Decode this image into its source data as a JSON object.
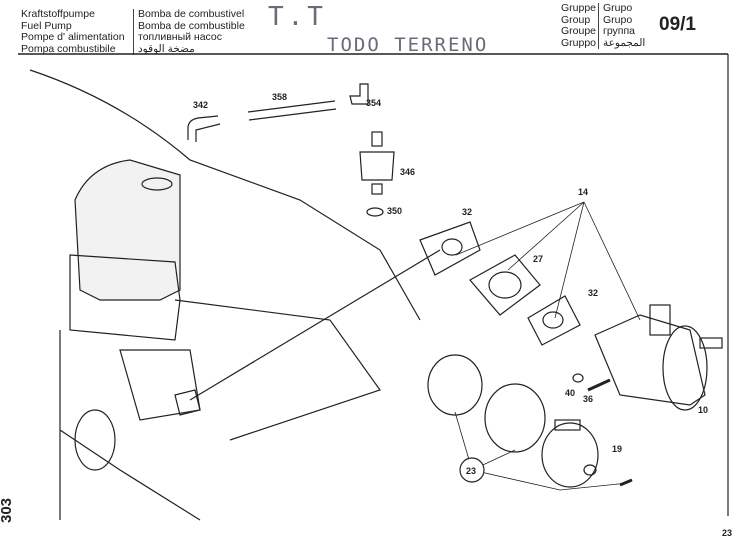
{
  "header": {
    "titles_left": [
      "Kraftstoffpumpe",
      "Fuel Pump",
      "Pompe d' alimentation",
      "Pompa combustibile"
    ],
    "titles_right": [
      "Bomba de combustivel",
      "Bomba de combustible",
      "топливный насос",
      "مضخة الوقود"
    ],
    "group_left": [
      "Gruppe",
      "Group",
      "Groupe",
      "Gruppo"
    ],
    "group_right": [
      "Grupo",
      "Grupo",
      "группа",
      "المجموعة"
    ],
    "group_number": "09/1"
  },
  "stamps": {
    "line1": "T.T",
    "line2": "TODO TERRENO"
  },
  "diagram": {
    "callouts": [
      "342",
      "358",
      "354",
      "346",
      "350",
      "14",
      "32",
      "27",
      "32",
      "40",
      "36",
      "10",
      "19",
      "23"
    ]
  },
  "side_number": "303",
  "page_number": "23"
}
